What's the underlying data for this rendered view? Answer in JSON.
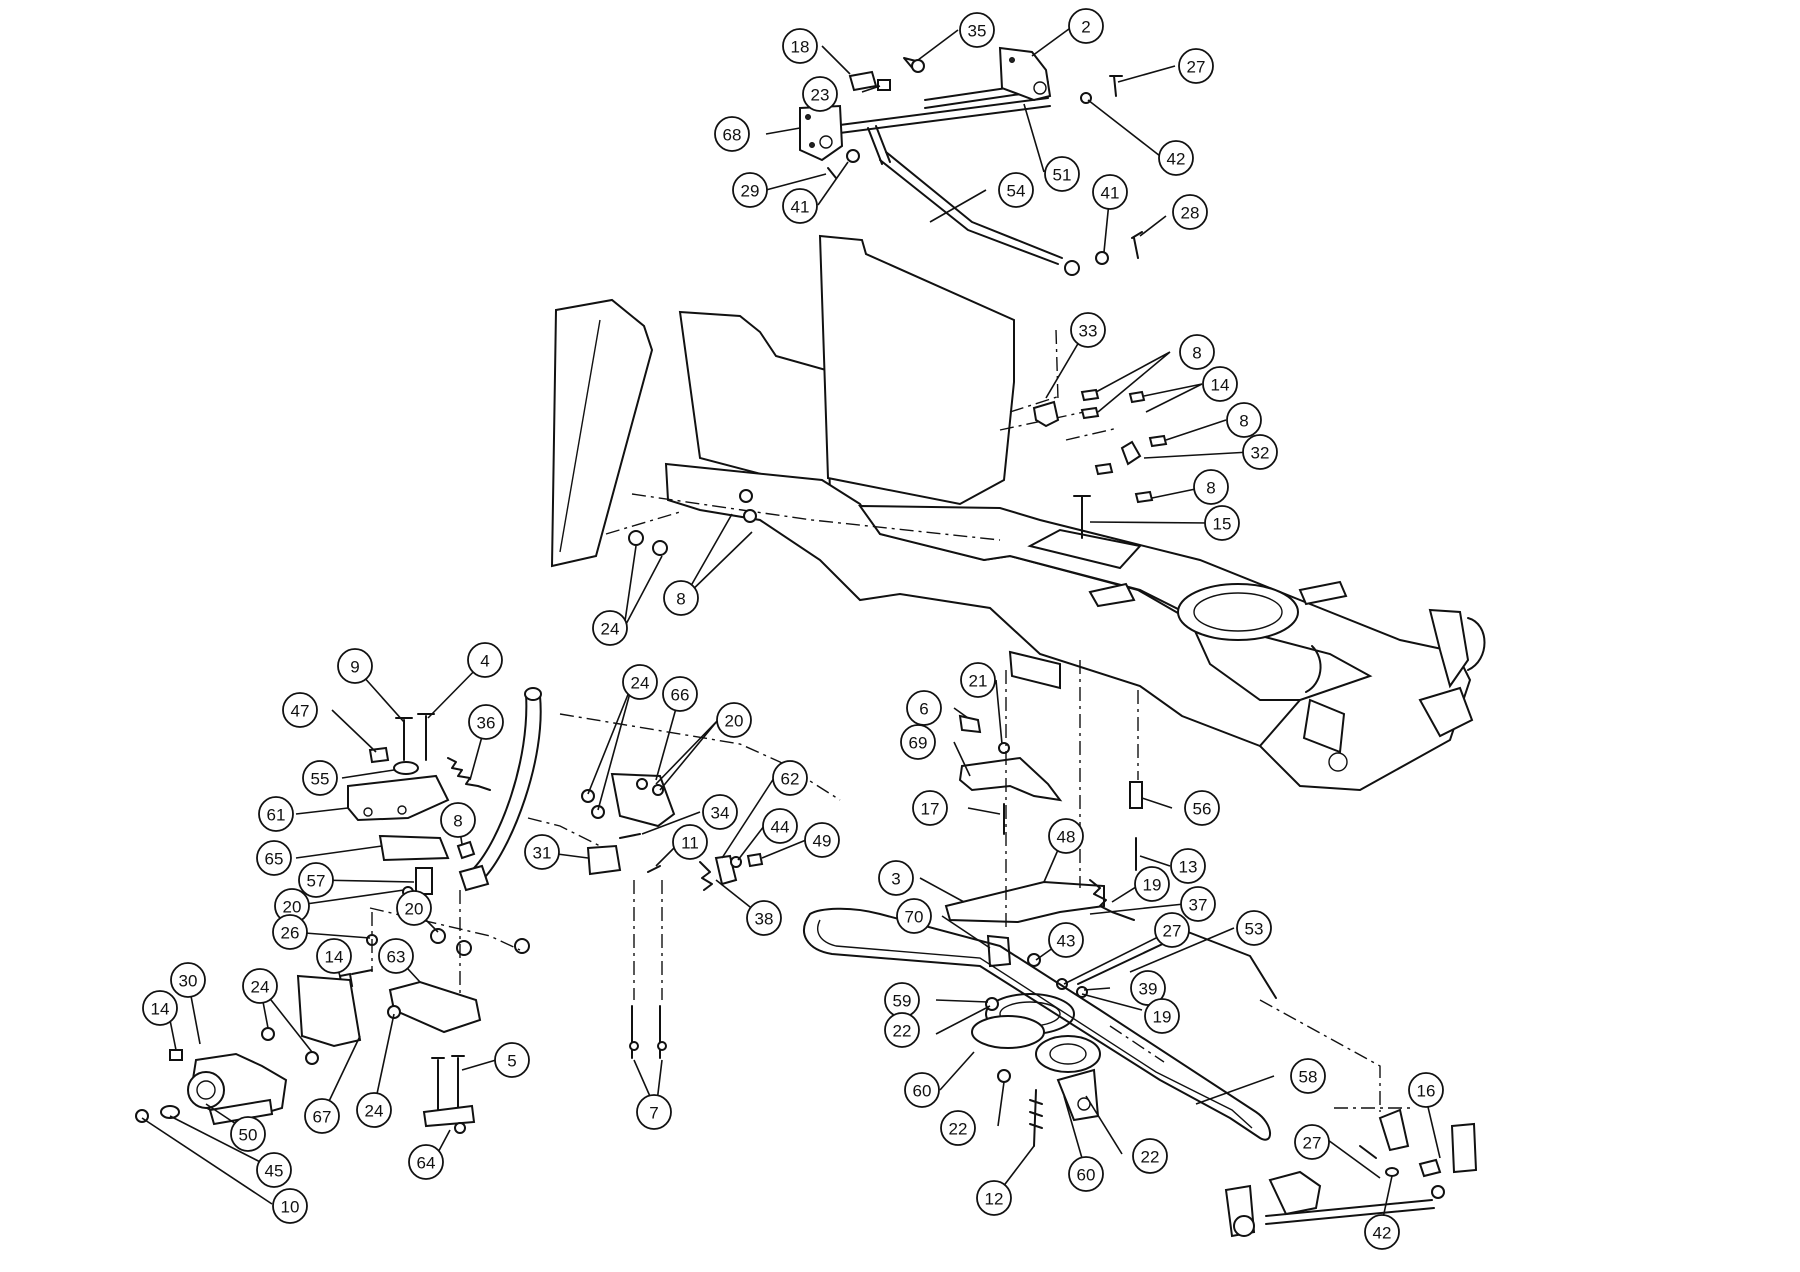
{
  "callouts": [
    {
      "id": "18",
      "label": "18"
    },
    {
      "id": "35",
      "label": "35"
    },
    {
      "id": "2",
      "label": "2"
    },
    {
      "id": "27a",
      "label": "27"
    },
    {
      "id": "23",
      "label": "23"
    },
    {
      "id": "68",
      "label": "68"
    },
    {
      "id": "42a",
      "label": "42"
    },
    {
      "id": "51",
      "label": "51"
    },
    {
      "id": "29",
      "label": "29"
    },
    {
      "id": "41a",
      "label": "41"
    },
    {
      "id": "54",
      "label": "54"
    },
    {
      "id": "41b",
      "label": "41"
    },
    {
      "id": "28",
      "label": "28"
    },
    {
      "id": "33",
      "label": "33"
    },
    {
      "id": "8a",
      "label": "8"
    },
    {
      "id": "14a",
      "label": "14"
    },
    {
      "id": "8b",
      "label": "8"
    },
    {
      "id": "32",
      "label": "32"
    },
    {
      "id": "8c",
      "label": "8"
    },
    {
      "id": "15",
      "label": "15"
    },
    {
      "id": "8d",
      "label": "8"
    },
    {
      "id": "24a",
      "label": "24"
    },
    {
      "id": "9",
      "label": "9"
    },
    {
      "id": "4",
      "label": "4"
    },
    {
      "id": "47",
      "label": "47"
    },
    {
      "id": "36",
      "label": "36"
    },
    {
      "id": "55",
      "label": "55"
    },
    {
      "id": "61",
      "label": "61"
    },
    {
      "id": "8e",
      "label": "8"
    },
    {
      "id": "65",
      "label": "65"
    },
    {
      "id": "57",
      "label": "57"
    },
    {
      "id": "20a",
      "label": "20"
    },
    {
      "id": "20b",
      "label": "20"
    },
    {
      "id": "26",
      "label": "26"
    },
    {
      "id": "14b",
      "label": "14"
    },
    {
      "id": "63",
      "label": "63"
    },
    {
      "id": "30",
      "label": "30"
    },
    {
      "id": "24b",
      "label": "24"
    },
    {
      "id": "14c",
      "label": "14"
    },
    {
      "id": "67",
      "label": "67"
    },
    {
      "id": "24c",
      "label": "24"
    },
    {
      "id": "5",
      "label": "5"
    },
    {
      "id": "50",
      "label": "50"
    },
    {
      "id": "45",
      "label": "45"
    },
    {
      "id": "64",
      "label": "64"
    },
    {
      "id": "10",
      "label": "10"
    },
    {
      "id": "24d",
      "label": "24"
    },
    {
      "id": "66",
      "label": "66"
    },
    {
      "id": "20c",
      "label": "20"
    },
    {
      "id": "31",
      "label": "31"
    },
    {
      "id": "34",
      "label": "34"
    },
    {
      "id": "11",
      "label": "11"
    },
    {
      "id": "62",
      "label": "62"
    },
    {
      "id": "44",
      "label": "44"
    },
    {
      "id": "49",
      "label": "49"
    },
    {
      "id": "38",
      "label": "38"
    },
    {
      "id": "7",
      "label": "7"
    },
    {
      "id": "21",
      "label": "21"
    },
    {
      "id": "6",
      "label": "6"
    },
    {
      "id": "69",
      "label": "69"
    },
    {
      "id": "17",
      "label": "17"
    },
    {
      "id": "48",
      "label": "48"
    },
    {
      "id": "56",
      "label": "56"
    },
    {
      "id": "13",
      "label": "13"
    },
    {
      "id": "3",
      "label": "3"
    },
    {
      "id": "19a",
      "label": "19"
    },
    {
      "id": "37",
      "label": "37"
    },
    {
      "id": "70",
      "label": "70"
    },
    {
      "id": "27b",
      "label": "27"
    },
    {
      "id": "43",
      "label": "43"
    },
    {
      "id": "53",
      "label": "53"
    },
    {
      "id": "59",
      "label": "59"
    },
    {
      "id": "39",
      "label": "39"
    },
    {
      "id": "19b",
      "label": "19"
    },
    {
      "id": "22a",
      "label": "22"
    },
    {
      "id": "60a",
      "label": "60"
    },
    {
      "id": "58",
      "label": "58"
    },
    {
      "id": "22b",
      "label": "22"
    },
    {
      "id": "22c",
      "label": "22"
    },
    {
      "id": "12",
      "label": "12"
    },
    {
      "id": "60b",
      "label": "60"
    },
    {
      "id": "16",
      "label": "16"
    },
    {
      "id": "27c",
      "label": "27"
    },
    {
      "id": "42b",
      "label": "42"
    }
  ]
}
